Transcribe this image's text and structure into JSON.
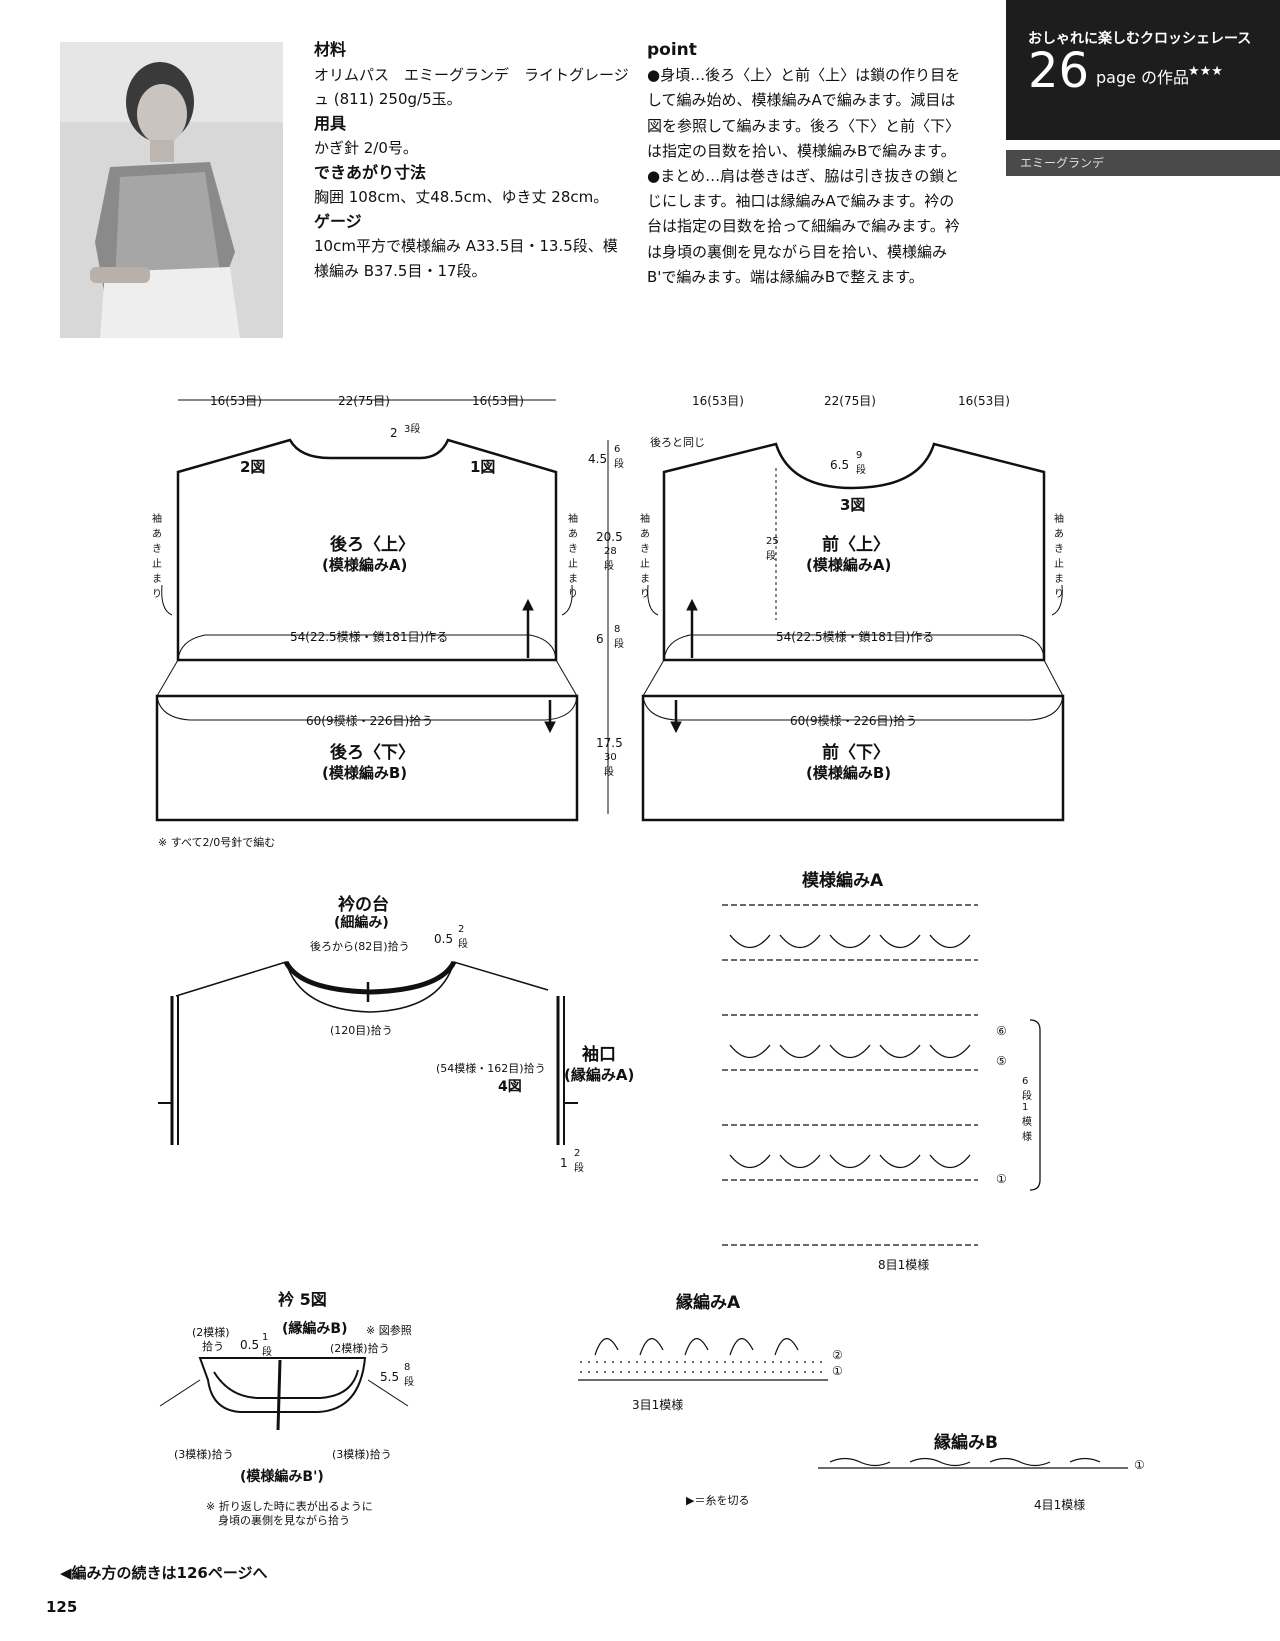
{
  "header": {
    "series": "おしゃれに楽しむクロッシェレース",
    "number": "26",
    "page_label": "page の作品",
    "stars": "★★★",
    "brand": "エミーグランデ"
  },
  "materials": {
    "title": "材料",
    "text": "オリムパス　エミーグランデ　ライトグレージュ (811) 250g/5玉。",
    "tools_title": "用具",
    "tools": "かぎ針 2/0号。",
    "size_title": "できあがり寸法",
    "size": "胸囲 108cm、丈48.5cm、ゆき丈 28cm。",
    "gauge_title": "ゲージ",
    "gauge": "10cm平方で模様編み A33.5目・13.5段、模様編み B37.5目・17段。"
  },
  "point": {
    "title": "point",
    "p1": "●身頃…後ろ〈上〉と前〈上〉は鎖の作り目をして編み始め、模様編みAで編みます。減目は図を参照して編みます。後ろ〈下〉と前〈下〉は指定の目数を拾い、模様編みBで編みます。",
    "p2": "●まとめ…肩は巻きはぎ、脇は引き抜きの鎖とじにします。袖口は縁編みAで編みます。衿の台は指定の目数を拾って細編みで編みます。衿は身頃の裏側を見ながら目を拾い、模様編みB'で編みます。端は縁編みBで整えます。"
  },
  "back": {
    "top_left": "16(53目)",
    "top_mid": "22(75目)",
    "top_right": "16(53目)",
    "neck": "2",
    "neck_rows": "3段",
    "fig_left": "2図",
    "fig_right": "1図",
    "title": "後ろ〈上〉",
    "subtitle": "(模様編みA)",
    "armhole": "袖あき止まり",
    "start": "54(22.5模様・鎖181目)作る",
    "lower_pick": "60(9模様・226目)拾う",
    "lower_title": "後ろ〈下〉",
    "lower_subtitle": "(模様編みB)"
  },
  "dims": {
    "d1": "4.5",
    "d1r": "6段",
    "d2": "20.5",
    "d2r": "28段",
    "d3": "6",
    "d3r": "8段",
    "d4": "17.5",
    "d4r": "30段"
  },
  "front": {
    "top_left": "16(53目)",
    "top_mid": "22(75目)",
    "top_right": "16(53目)",
    "same_as_back": "後ろと同じ",
    "neck": "6.5",
    "neck_rows": "9段",
    "fig": "3図",
    "depth_rows": "25段",
    "title": "前〈上〉",
    "subtitle": "(模様編みA)",
    "armhole": "袖あき止まり",
    "start": "54(22.5模様・鎖181目)作る",
    "lower_pick": "60(9模様・226目)拾う",
    "lower_title": "前〈下〉",
    "lower_subtitle": "(模様編みB)"
  },
  "note_all": "※ すべて2/0号針で編む",
  "collar_base": {
    "title": "衿の台",
    "subtitle": "(細編み)",
    "from_back": "後ろから(82目)拾う",
    "height": "0.5",
    "height_rows": "2段",
    "pick": "(120目)拾う"
  },
  "cuff": {
    "title": "袖口",
    "subtitle": "(縁編みA)",
    "pick": "(54模様・162目)拾う",
    "fig": "4図",
    "height": "1",
    "height_rows": "2段"
  },
  "patternA": {
    "title": "模様編みA",
    "row6": "⑥",
    "row5": "⑤",
    "row1": "①",
    "repeat": "6段1模様",
    "base": "8目1模様"
  },
  "collar": {
    "title": "衿 5図",
    "edge_b": "(縁編みB)",
    "ref": "※ 図参照",
    "l1": "(2模様)",
    "l1b": "拾う",
    "l2": "0.5",
    "l2r": "1段",
    "l3": "(2模様)拾う",
    "l4": "5.5",
    "l4r": "8段",
    "l5": "(3模様)拾う",
    "l6": "(3模様)拾う",
    "pattern": "(模様編みB')",
    "note1": "※ 折り返した時に表が出るように",
    "note2": "身頃の裏側を見ながら拾う"
  },
  "edgeA": {
    "title": "縁編みA",
    "r2": "②",
    "r1": "①",
    "repeat": "3目1模様"
  },
  "edgeB": {
    "title": "縁編みB",
    "r1": "①",
    "repeat": "4目1模様"
  },
  "legend": "▶＝糸を切る",
  "continued": "◀編み方の続きは126ページへ",
  "page_number": "125"
}
